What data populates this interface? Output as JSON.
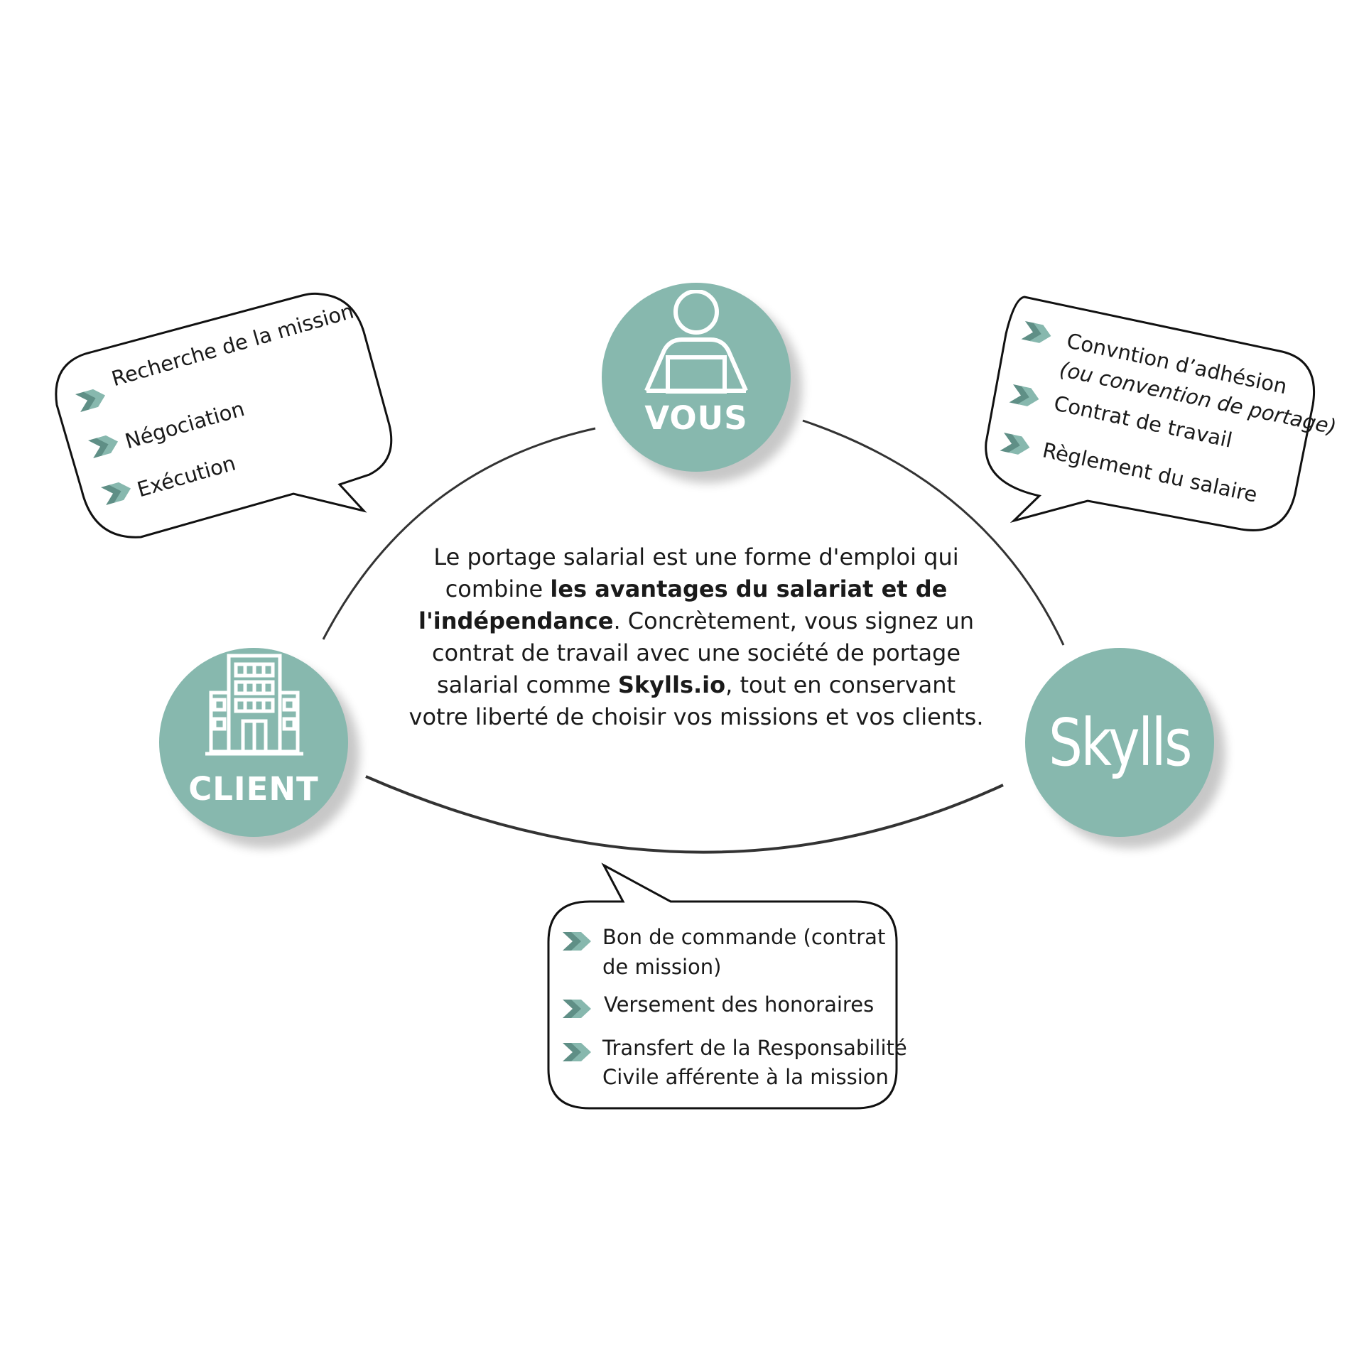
{
  "colors": {
    "accent": "#87b8ae",
    "accent_dark": "#5f8f86",
    "outline": "#111111",
    "text": "#1a1a1a"
  },
  "nodes": {
    "vous": {
      "label": "VOUS",
      "icon": "person-laptop-icon"
    },
    "client": {
      "label": "CLIENT",
      "icon": "office-building-icon"
    },
    "skylls": {
      "logo_text": "Skylls"
    }
  },
  "bubbles": {
    "vous_tasks": {
      "items": [
        "Recherche de la mission",
        "Négociation",
        "Exécution"
      ],
      "bullet_icon": "chevron-double-right-icon"
    },
    "skylls_docs": {
      "items": [
        {
          "line1": "Convntion d’adhésion",
          "line2": "(ou convention de portage)"
        },
        {
          "line1": "Contrat de travail"
        },
        {
          "line1": "Règlement du salaire"
        }
      ],
      "bullet_icon": "chevron-double-right-icon"
    },
    "client_docs": {
      "items": [
        {
          "line1": "Bon de commande (contrat",
          "line2": "de mission)"
        },
        {
          "line1": "Versement des honoraires"
        },
        {
          "line1": "Transfert de la Responsabilité",
          "line2": "Civile afférente à la mission"
        }
      ],
      "bullet_icon": "chevron-double-right-icon"
    }
  },
  "center_text": {
    "part1": "Le portage salarial est une forme d'emploi qui combine ",
    "bold1": "les avantages du salariat et de l'indépendance",
    "part2": ". Concrètement, vous signez un contrat de travail avec une société de portage salarial comme ",
    "bold2": "Skylls.io",
    "part3": ", tout en conservant votre liberté de choisir vos missions et vos clients."
  }
}
